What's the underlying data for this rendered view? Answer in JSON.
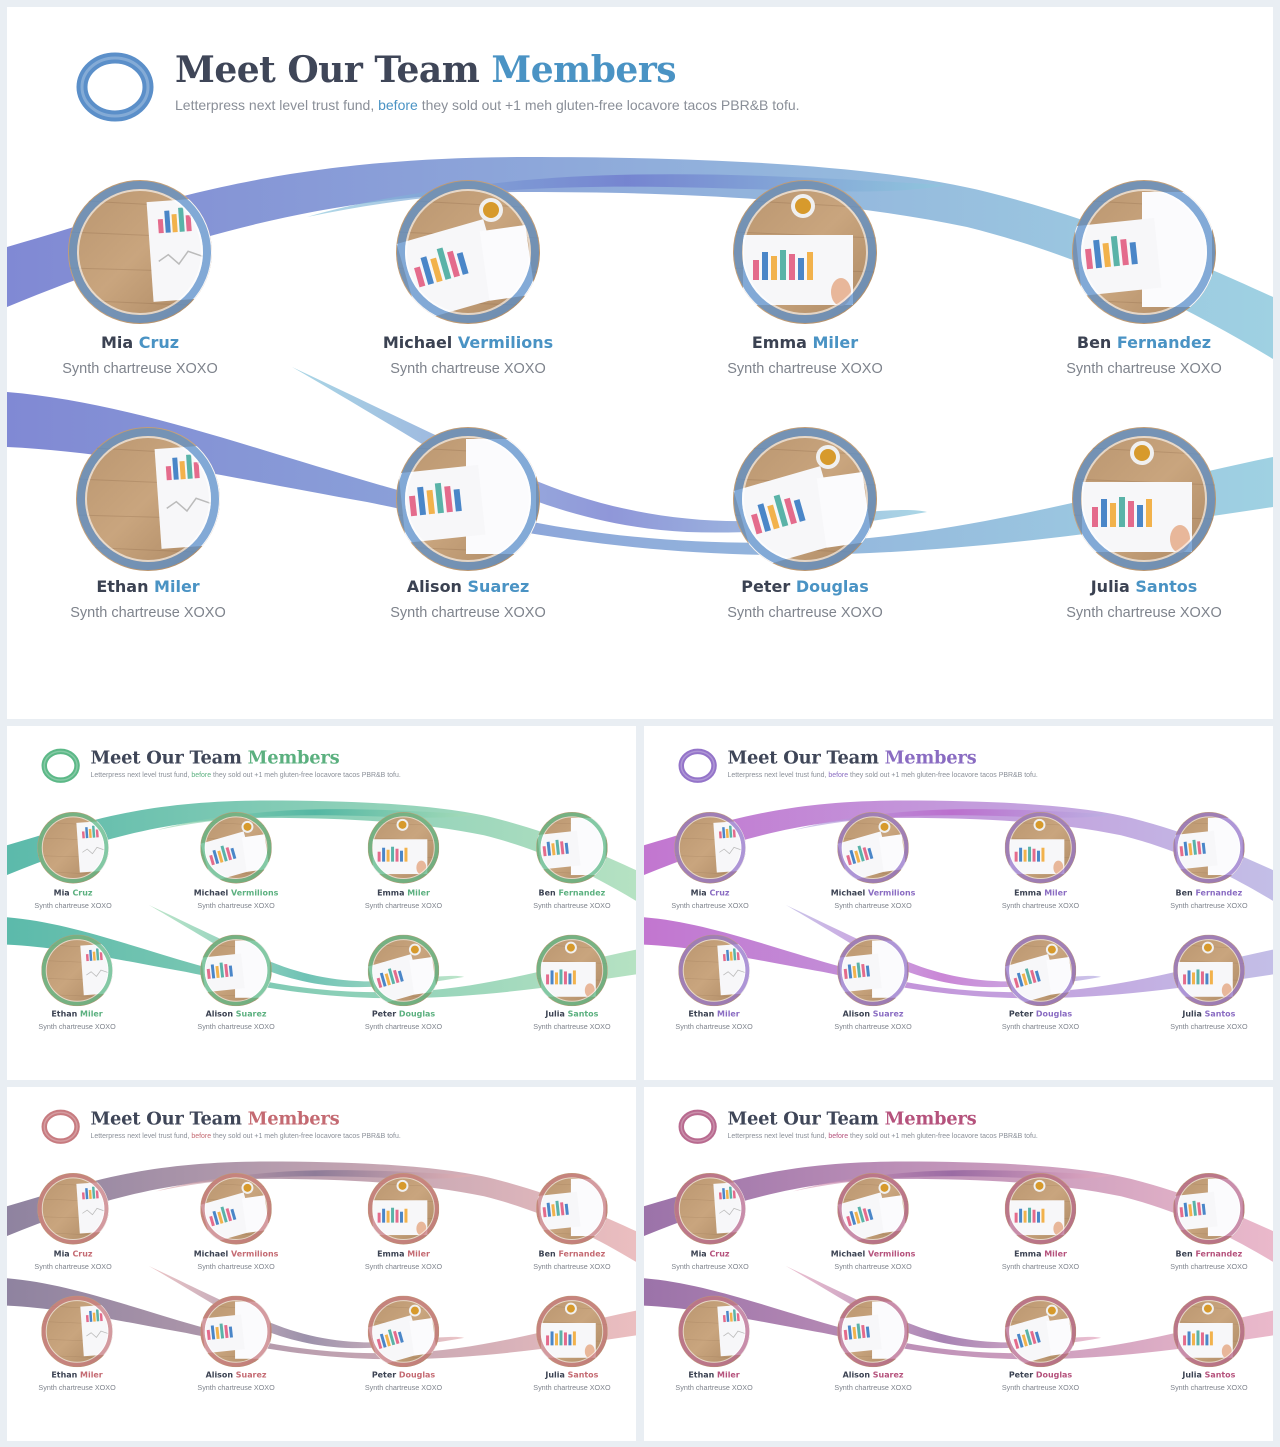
{
  "slide": {
    "title_main": "Meet Our Team",
    "title_accent": "Members",
    "subtitle_pre": "Letterpress next level trust fund,",
    "subtitle_accent": "before",
    "subtitle_post": "they sold out +1 meh gluten-free locavore tacos PBR&B tofu.",
    "members": [
      {
        "first": "Mia",
        "last": "Cruz",
        "role": "Synth chartreuse XOXO"
      },
      {
        "first": "Michael",
        "last": "Vermilions",
        "role": "Synth chartreuse XOXO"
      },
      {
        "first": "Emma",
        "last": "Miler",
        "role": "Synth chartreuse XOXO"
      },
      {
        "first": "Ben",
        "last": "Fernandez",
        "role": "Synth chartreuse XOXO"
      },
      {
        "first": "Ethan",
        "last": "Miler",
        "role": "Synth chartreuse XOXO"
      },
      {
        "first": "Alison",
        "last": "Suarez",
        "role": "Synth chartreuse XOXO"
      },
      {
        "first": "Peter",
        "last": "Douglas",
        "role": "Synth chartreuse XOXO"
      },
      {
        "first": "Julia",
        "last": "Santos",
        "role": "Synth chartreuse XOXO"
      }
    ]
  },
  "variants": [
    {
      "name": "blue",
      "accent": "#4a93c4",
      "ribbon_start": "#6a74cc",
      "ribbon_end": "#8ec9dd",
      "ring": "#5b8fc9"
    },
    {
      "name": "green",
      "accent": "#5bb07f",
      "ribbon_start": "#3fae9c",
      "ribbon_end": "#a9ddb8",
      "ring": "#5cb887"
    },
    {
      "name": "purple",
      "accent": "#8a6cc2",
      "ribbon_start": "#b85ec8",
      "ribbon_end": "#b9b3e3",
      "ring": "#9474c9"
    },
    {
      "name": "rose",
      "accent": "#c46a72",
      "ribbon_start": "#7b6d8f",
      "ribbon_end": "#e8b3b5",
      "ring": "#c77b80"
    },
    {
      "name": "magenta",
      "accent": "#b5527c",
      "ribbon_start": "#8a5a9a",
      "ribbon_end": "#e7adc2",
      "ring": "#b86a8f"
    }
  ]
}
